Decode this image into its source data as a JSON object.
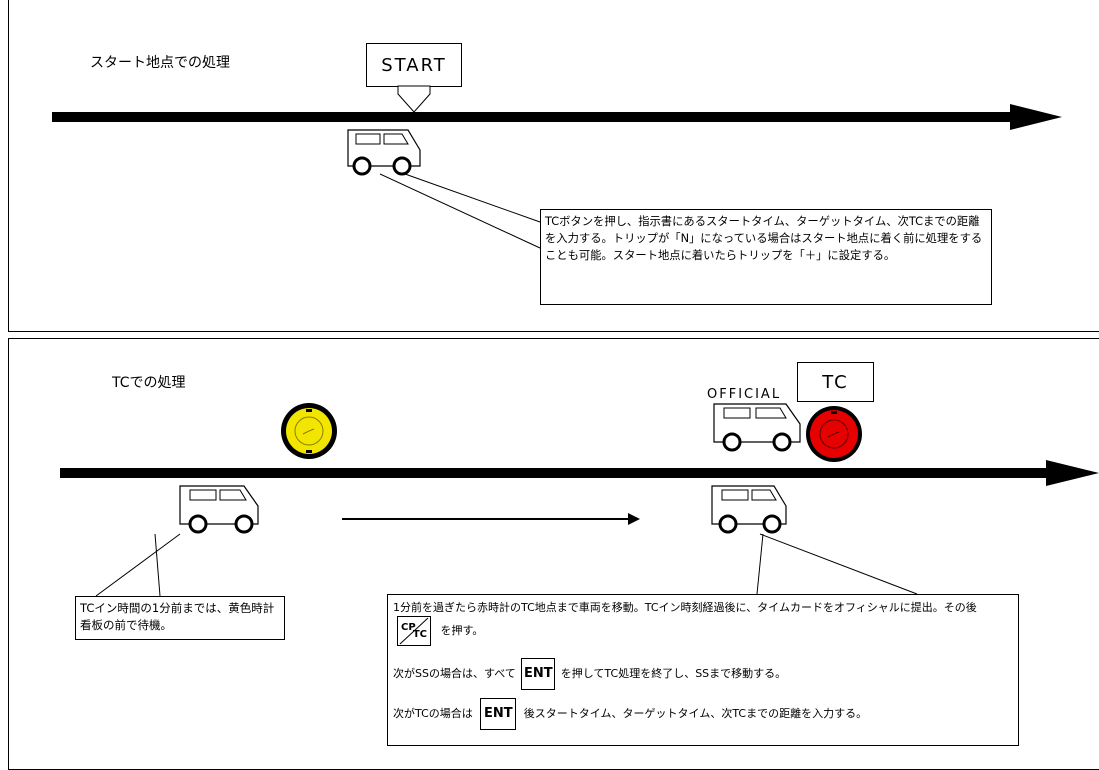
{
  "top": {
    "title": "スタート地点での処理",
    "start_sign": "START",
    "callout": "TCボタンを押し、指示書にあるスタートタイム、ターゲットタイム、次TCまでの距離を入力する。トリップが「N」になっている場合はスタート地点に着く前に処理をすることも可能。スタート地点に着いたらトリップを「＋」に設定する。"
  },
  "bottom": {
    "title": "TCでの処理",
    "official_label": "OFFICIAL",
    "tc_sign": "TC",
    "wait_callout": "TCイン時間の1分前までは、黄色時計看板の前で待機。",
    "main_callout": {
      "line1": "1分前を過ぎたら赤時計のTC地点まで車両を移動。TCイン時刻経過後に、タイムカードをオフィシャルに提出。その後",
      "line1_after": "を押す。",
      "cp_button_top": "CP",
      "cp_button_bottom": "TC",
      "line2_before": "次がSSの場合は、すべて",
      "line2_after": "を押してTC処理を終了し、SSまで移動する。",
      "line3_before": "次がTCの場合は",
      "line3_after": "後スタートタイム、ターゲットタイム、次TCまでの距離を入力する。",
      "ent_label": "ENT"
    }
  },
  "colors": {
    "yellow_clock": "#f2e600",
    "red_clock": "#e60000"
  },
  "icons": {
    "car": "car-icon",
    "yellow_clock": "yellow-clock-icon",
    "red_clock": "red-clock-icon"
  }
}
